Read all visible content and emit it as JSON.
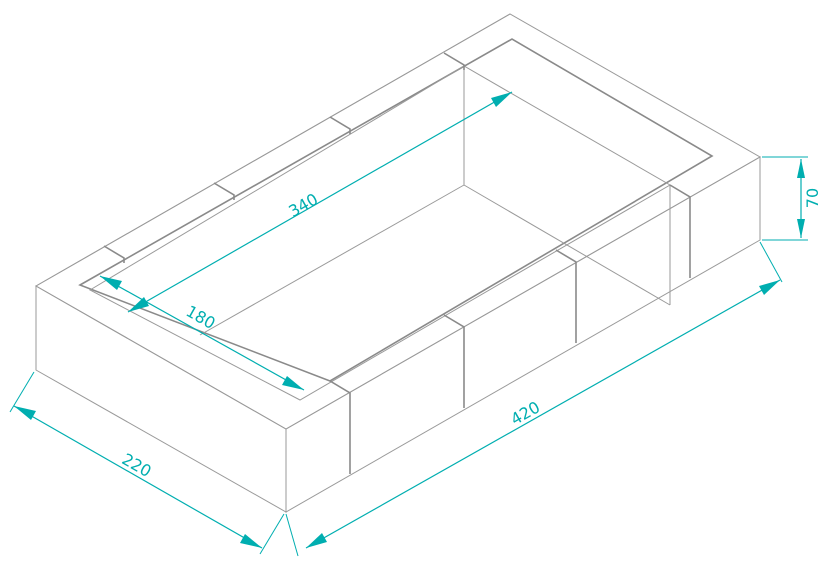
{
  "dimensions": {
    "outer_length": "420",
    "outer_width": "220",
    "height": "70",
    "inner_length": "340",
    "inner_width": "180"
  },
  "colors": {
    "dimension": "#00aeb0",
    "edge": "#9a9a9a",
    "background": "#ffffff"
  }
}
